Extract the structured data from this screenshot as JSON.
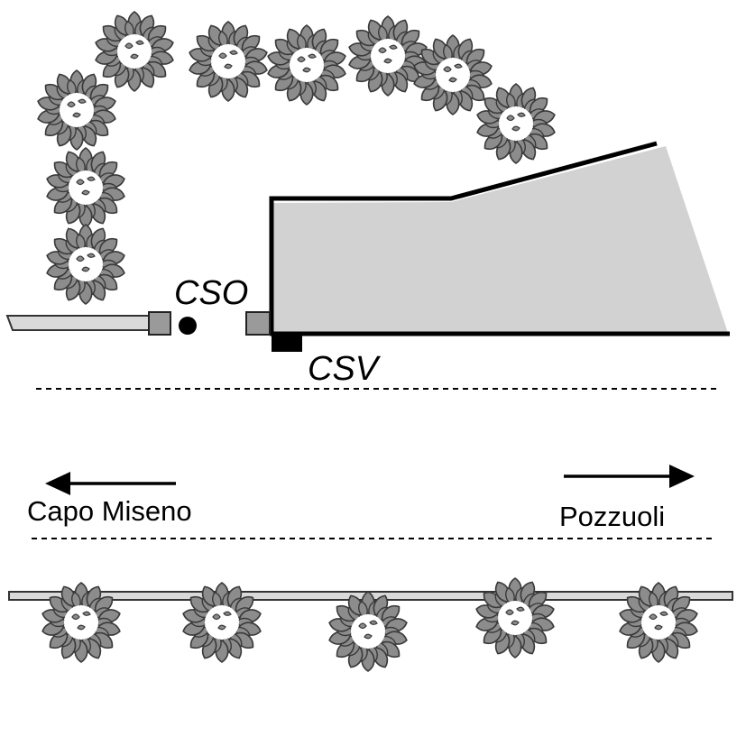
{
  "labels": {
    "cso": "CSO",
    "csv": "CSV",
    "west_destination": "Capo Miseno",
    "east_destination": "Pozzuoli"
  },
  "icons": {
    "shrub": "shrub-icon",
    "west_arrow": "arrow-left-icon",
    "east_arrow": "arrow-right-icon"
  },
  "colors": {
    "building_fill": "#d2d2d2",
    "shrub_leaf": "#8c8c8c",
    "shrub_outline": "#3a3a3a",
    "wall": "#000000",
    "pipe_fill": "#d9d9d9",
    "sensor_box": "#9a9a9a"
  }
}
